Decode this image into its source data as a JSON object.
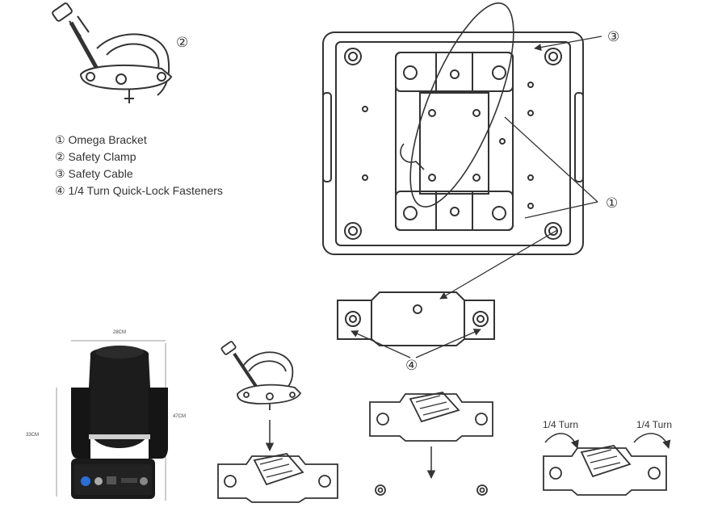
{
  "legend": [
    "① Omega Bracket",
    "② Safety Clamp",
    "③ Safety Cable",
    "④ 1/4 Turn Quick-Lock Fasteners"
  ],
  "callouts": {
    "c1": "①",
    "c2": "②",
    "c3": "③",
    "c4": "④"
  },
  "dimensions": {
    "width": "28CM",
    "height_right": "47CM",
    "depth_left": "33CM"
  },
  "turn_labels": {
    "left": "1/4 Turn",
    "right": "1/4 Turn"
  },
  "colors": {
    "line": "#333333",
    "fixture_body": "#1a1a1a",
    "accent": "#2a6fd6"
  }
}
